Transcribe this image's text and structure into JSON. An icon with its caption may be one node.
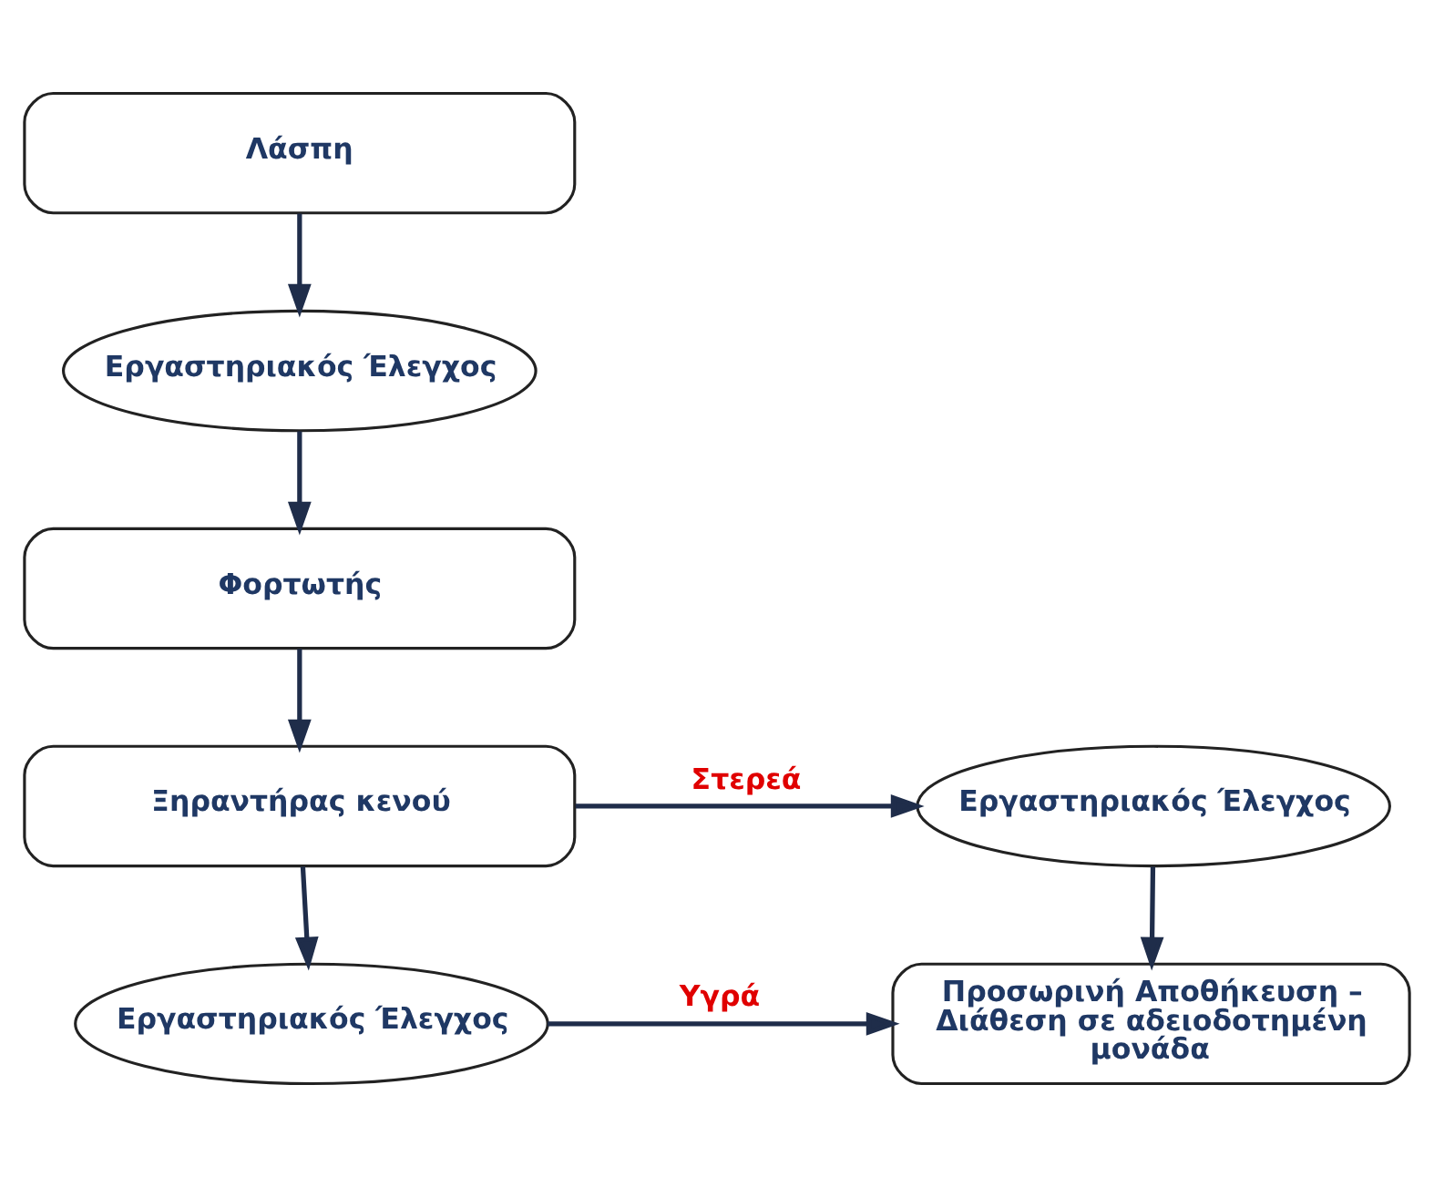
{
  "diagram": {
    "nodes": [
      {
        "text": [
          "Λάσπη"
        ]
      },
      {
        "text": [
          "Εργαστηριακός Έλεγχος"
        ]
      },
      {
        "text": [
          "Φορτωτής"
        ]
      },
      {
        "text": [
          "Ξηραντήρας κενού"
        ]
      },
      {
        "text": [
          "Εργαστηριακός Έλεγχος"
        ]
      },
      {
        "text": [
          "Εργαστηριακός Έλεγχος"
        ]
      },
      {
        "text": [
          "Προσωρινή Αποθήκευση – Διάθεση σε αδειοδοτημένη μονάδα"
        ]
      }
    ],
    "edges": [
      {
        "from": 0,
        "to": 1,
        "arrow": "to"
      },
      {
        "from": 1,
        "to": 2,
        "arrow": "to"
      },
      {
        "from": 2,
        "to": 3,
        "arrow": "to"
      },
      {
        "from": 3,
        "to": 4,
        "arrow": "to",
        "label": "Στερεά"
      },
      {
        "from": 3,
        "to": 5,
        "arrow": "to"
      },
      {
        "from": 4,
        "to": 6,
        "arrow": "to"
      },
      {
        "from": 5,
        "to": 6,
        "arrow": "to",
        "label": "Υγρά"
      }
    ]
  }
}
